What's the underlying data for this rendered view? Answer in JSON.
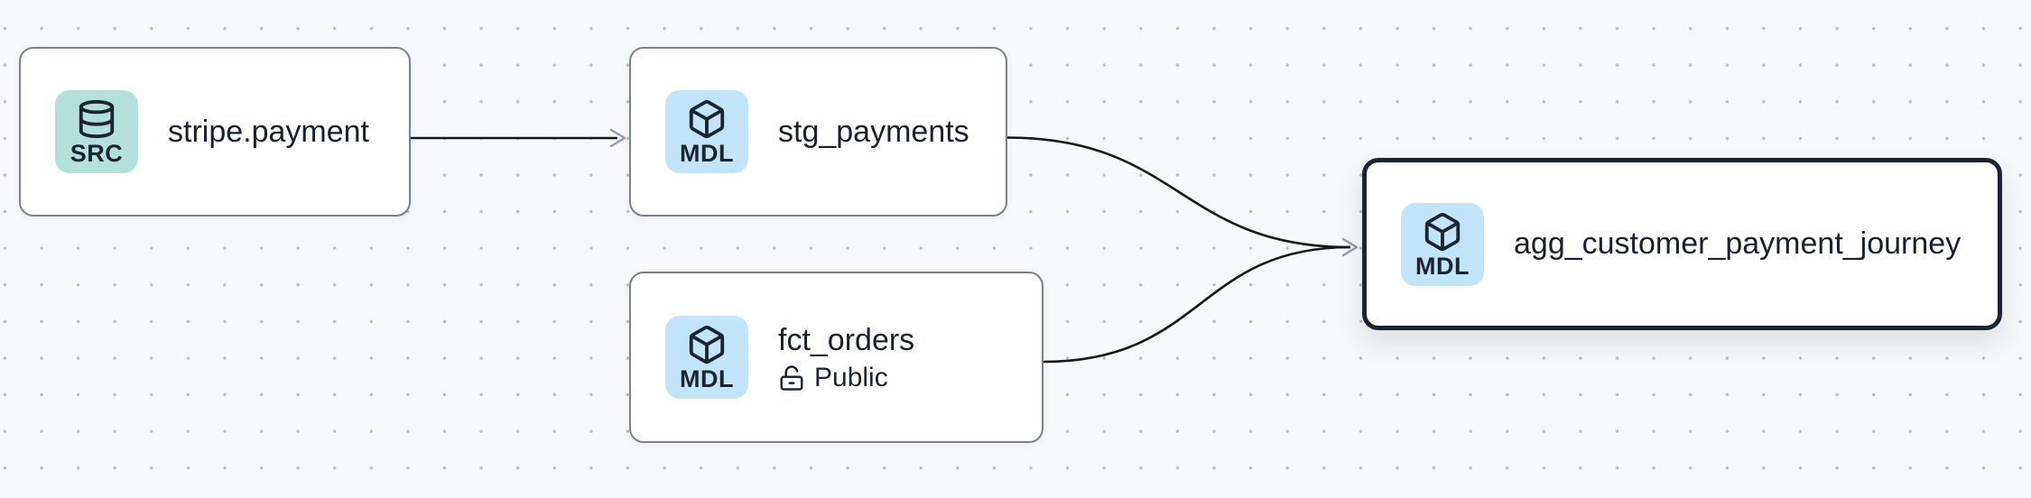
{
  "canvas": {
    "background_color": "#f7f8f9",
    "dot_color": "#b7bbc3",
    "edge_color": "#14181f",
    "arrowhead_color": "#939aa6",
    "node_border_color": "#78828f",
    "selected_border_color": "#1a2433",
    "text_color": "#17202e"
  },
  "nodes": [
    {
      "title": "stripe.payment",
      "type": "source",
      "badge": {
        "label": "SRC",
        "icon": "database-icon",
        "bg": "#b3e0da"
      },
      "selected": false
    },
    {
      "title": "stg_payments",
      "type": "model",
      "badge": {
        "label": "MDL",
        "icon": "cube-icon",
        "bg": "#c1e4f9"
      },
      "selected": false
    },
    {
      "title": "fct_orders",
      "type": "model",
      "badge": {
        "label": "MDL",
        "icon": "cube-icon",
        "bg": "#c1e4f9"
      },
      "subtitle": {
        "icon": "unlock-icon",
        "label": "Public"
      },
      "selected": false
    },
    {
      "title": "agg_customer_payment_journey",
      "type": "model",
      "badge": {
        "label": "MDL",
        "icon": "cube-icon",
        "bg": "#c1e4f9"
      },
      "selected": true
    }
  ],
  "edges": [
    {
      "from": "stripe.payment",
      "to": "stg_payments"
    },
    {
      "from": "stg_payments",
      "to": "agg_customer_payment_journey"
    },
    {
      "from": "fct_orders",
      "to": "agg_customer_payment_journey"
    }
  ]
}
